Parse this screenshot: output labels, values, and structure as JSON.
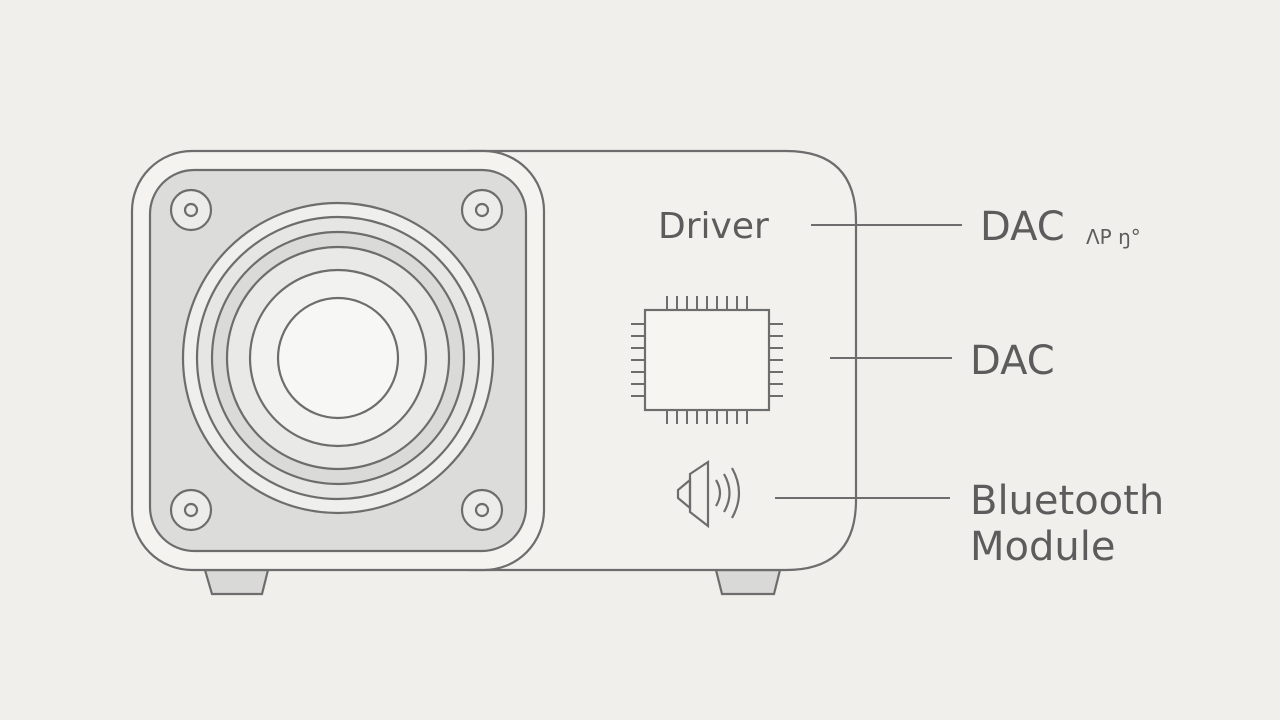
{
  "labels": {
    "driver": "Driver",
    "dac_top": "DAC",
    "dac_top_suffix": "ΛΡ ŋ°",
    "dac_middle": "DAC",
    "bluetooth_line1": "Bluetooth",
    "bluetooth_line2": "Module"
  },
  "colors": {
    "background": "#f0efeb",
    "stroke": "#6d6d6d",
    "panel_fill": "#dcdcda",
    "cabinet_fill": "#f2f1ee",
    "text": "#5c5c5c"
  },
  "icons": {
    "chip": "chip-icon",
    "speaker": "speaker-sound-icon",
    "screws": "screw-icon"
  }
}
